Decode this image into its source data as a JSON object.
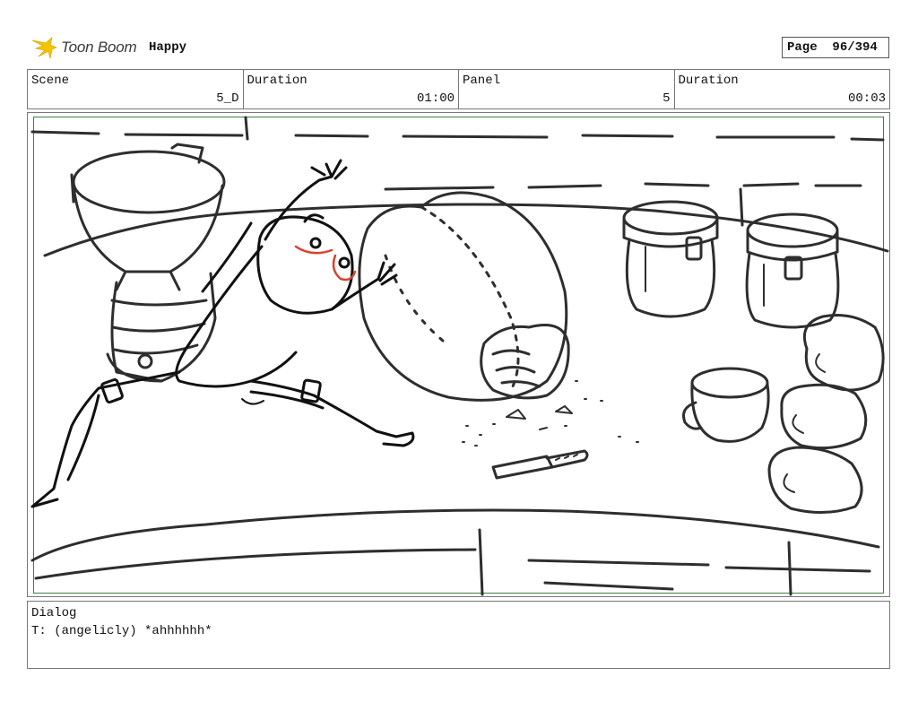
{
  "header": {
    "brand_name": "Toon Boom",
    "project_title": "Happy",
    "page_label": "Page",
    "page_value": "96/394"
  },
  "info": {
    "scene_label": "Scene",
    "scene_value": "5_D",
    "duration_label": "Duration",
    "duration_value": "01:00",
    "panel_label": "Panel",
    "panel_value": "5",
    "panel_duration_label": "Duration",
    "panel_duration_value": "00:03"
  },
  "dialog": {
    "label": "Dialog",
    "text": "T: (angelicly) *ahhhhhh*"
  },
  "colors": {
    "frame_green": "#3f7f3f",
    "sketch": "#2e2e2e",
    "accent_red": "#d9432b",
    "logo_yellow": "#f5c400"
  },
  "icons": [
    "toon-boom-logo-icon"
  ]
}
